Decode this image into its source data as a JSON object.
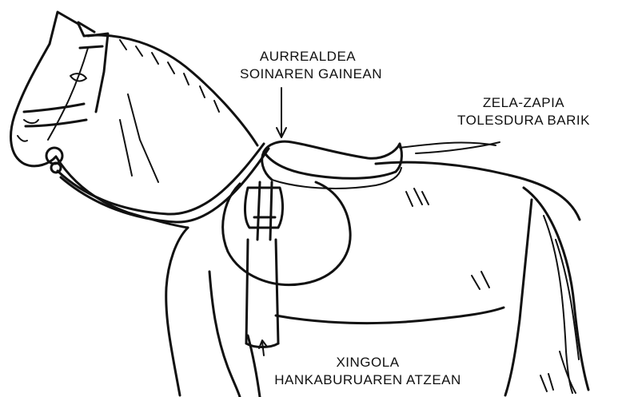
{
  "labels": {
    "saddle_front": {
      "line1": "AURREALDEA",
      "line2": "SOINAREN GAINEAN"
    },
    "saddle_cloth": {
      "line1": "ZELA-ZAPIA",
      "line2": "TOLESDURA BARIK"
    },
    "girth": {
      "line1": "XINGOLA",
      "line2": "HANKABURUAREN ATZEAN"
    }
  },
  "colors": {
    "ink": "#111111",
    "paper": "#ffffff"
  }
}
